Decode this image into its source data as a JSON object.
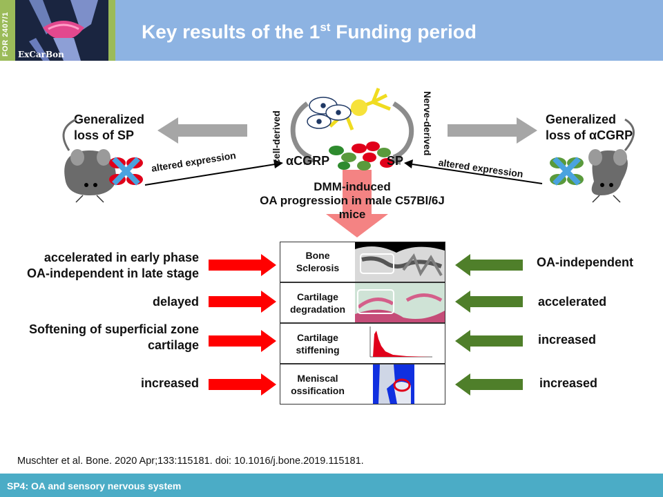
{
  "header": {
    "side_label": "FOR 2407/1",
    "logo_text": "ExCarBon",
    "title_prefix": "Key results of the 1",
    "title_sup": "st",
    "title_suffix": " Funding period"
  },
  "top": {
    "left_heading": "Generalized\nloss of SP",
    "right_heading_prefix": "Generalized\nloss of ",
    "right_heading_symbol": "α",
    "right_heading_suffix": "CGRP",
    "altered_left": "altered expression",
    "altered_right": "altered expression",
    "cell_derived": "cell-derived",
    "nerve_derived": "Nerve-derived",
    "acgrp_symbol": "α",
    "acgrp_label": "CGRP",
    "sp_label": "SP",
    "dmm_text": "DMM-induced\nOA progression in male C57Bl/6J\nmice"
  },
  "rows": [
    {
      "left": "accelerated in early phase\nOA-independent in late stage",
      "label": "Bone\nSclerosis",
      "right": "OA-independent"
    },
    {
      "left": "delayed",
      "label": "Cartilage\ndegradation",
      "right": "accelerated"
    },
    {
      "left": "Softening of superficial zone\ncartilage",
      "label": "Cartilage\nstiffening",
      "right": "increased"
    },
    {
      "left": "increased",
      "label": "Meniscal\nossification",
      "right": "increased"
    }
  ],
  "citation": "Muschter et al. Bone. 2020 Apr;133:115181. doi: 10.1016/j.bone.2019.115181.",
  "footer": "SP4: OA and sensory nervous system",
  "colors": {
    "header_bg": "#8db3e2",
    "accent_green": "#9bbb59",
    "footer_bg": "#4bacc6",
    "red_arrow": "#ff0000",
    "green_arrow": "#4f7f2a",
    "gray_arrow": "#a6a6a6",
    "pink_arrow": "#f26d6d"
  }
}
